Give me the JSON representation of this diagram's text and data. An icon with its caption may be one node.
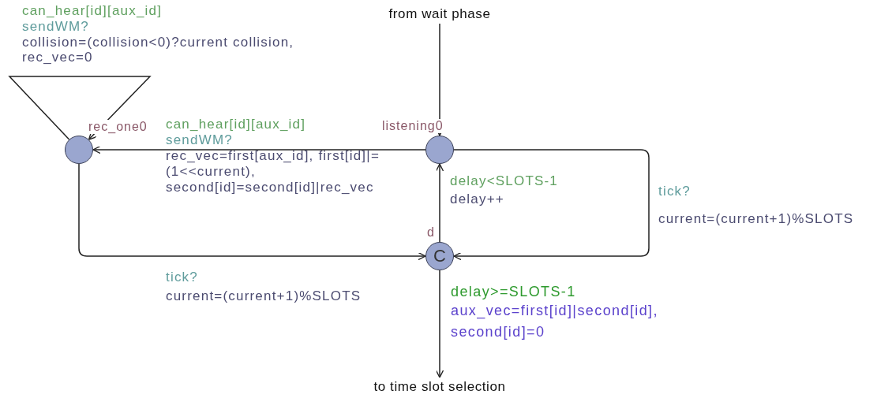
{
  "diagram": {
    "nodes": [
      {
        "text": [],
        "shape": "circle",
        "beside": [
          "rec_one0"
        ]
      },
      {
        "text": [],
        "shape": "circle",
        "beside": [
          "listening0"
        ]
      },
      {
        "text": [
          "C"
        ],
        "beside": [
          "d"
        ]
      },
      {
        "text": [
          "from wait phase"
        ]
      },
      {
        "text": [
          "to time slot selection"
        ]
      }
    ],
    "edges": [
      {
        "from": 0,
        "to": 0,
        "arrow": "to"
      },
      {
        "from": 1,
        "to": 0,
        "arrow": "to"
      },
      {
        "from": 0,
        "to": 2,
        "arrow": "to"
      },
      {
        "from": 1,
        "to": 2,
        "arrow": "to"
      },
      {
        "from": 2,
        "to": 1,
        "arrow": "to"
      },
      {
        "from": 3,
        "to": 1,
        "arrow": "to"
      },
      {
        "from": 2,
        "to": 4,
        "arrow": "to"
      }
    ],
    "labels": [
      "can_hear[id][aux_id]",
      "sendWM?",
      "collision=(collision<0)?current collision, rec_vec=0",
      "can_hear[id][aux_id]",
      "sendWM?",
      "rec_vec=first[aux_id], first[id]|=(1<<current), second[id]=second[id]|rec_vec",
      "delay<SLOTS-1",
      "delay++",
      "tick?",
      "current=(current+1)%SLOTS",
      "tick?",
      "current=(current+1)%SLOTS",
      "delay>=SLOTS-1",
      "aux_vec=first[id]|second[id], second[id]=0"
    ]
  }
}
